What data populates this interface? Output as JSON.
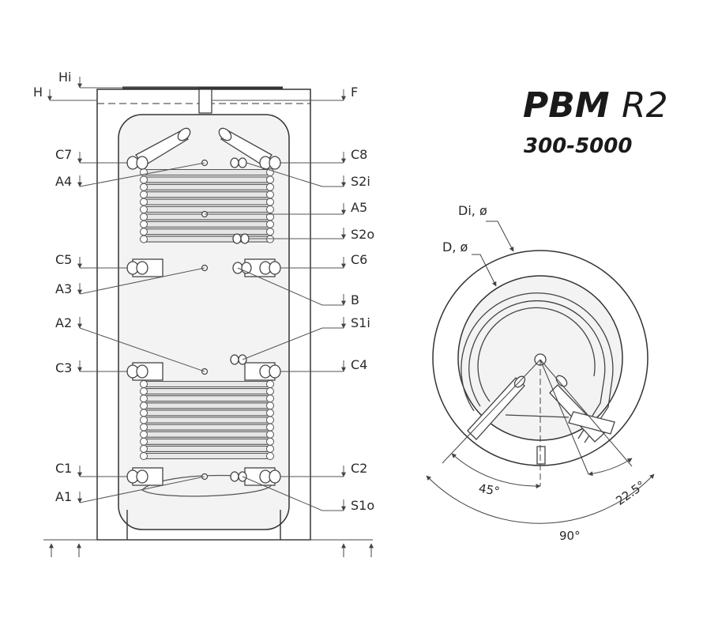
{
  "title": {
    "model": "PBM",
    "variant": "R2",
    "range": "300-5000"
  },
  "connections": {
    "left": [
      "Hi",
      "H",
      "C7",
      "A4",
      "C5",
      "A3",
      "A2",
      "C3",
      "C1",
      "A1"
    ],
    "right": [
      "F",
      "C8",
      "S2i",
      "A5",
      "S2o",
      "C6",
      "B",
      "S1i",
      "C4",
      "C2",
      "S1o"
    ]
  },
  "plan_view": {
    "diameters": [
      "Di, ø",
      "D, ø"
    ],
    "angles": [
      "45°",
      "22.5°",
      "90°"
    ]
  },
  "colors": {
    "line": "#333333",
    "tank": "#f4f4f4",
    "coil": "#6a6a6a"
  }
}
